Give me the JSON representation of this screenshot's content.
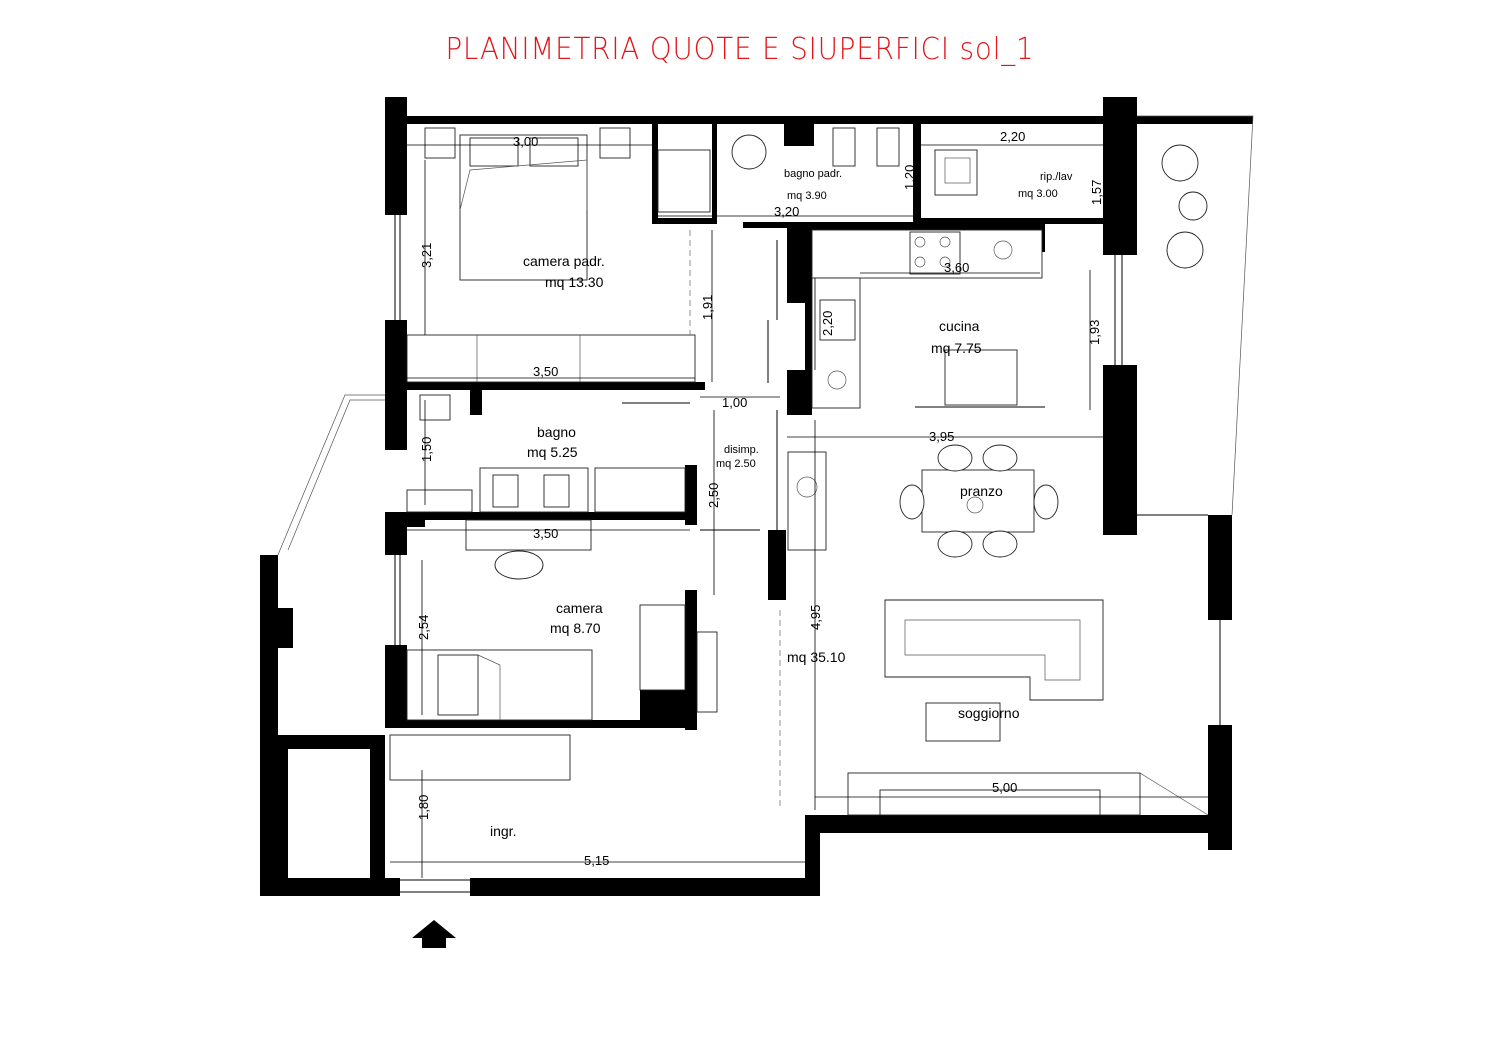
{
  "title": "PLANIMETRIA QUOTE E SIUPERFICI sol_1",
  "rooms": {
    "camera_padr": {
      "name": "camera padr.",
      "area": "mq 13.30"
    },
    "bagno_padr": {
      "name": "bagno padr.",
      "area": "mq 3.90"
    },
    "rip_lav": {
      "name": "rip./lav",
      "area": "mq 3.00"
    },
    "cucina": {
      "name": "cucina",
      "area": "mq 7.75"
    },
    "bagno": {
      "name": "bagno",
      "area": "mq 5.25"
    },
    "disimp": {
      "name": "disimp.",
      "area": "mq 2.50"
    },
    "pranzo": {
      "name": "pranzo"
    },
    "camera": {
      "name": "camera",
      "area": "mq 8.70"
    },
    "soggiorno": {
      "name": "soggiorno",
      "area": "mq 35.10"
    },
    "ingr": {
      "name": "ingr."
    }
  },
  "dimensions": {
    "d_300": "3,00",
    "d_220_top": "2,20",
    "d_157": "1,57",
    "d_120": "1,20",
    "d_320": "3,20",
    "d_321": "3,21",
    "d_360": "3,60",
    "d_191": "1,91",
    "d_220_v": "2,20",
    "d_193": "1,93",
    "d_350_a": "3,50",
    "d_100": "1,00",
    "d_150": "1,50",
    "d_395": "3,95",
    "d_250": "2,50",
    "d_350_b": "3,50",
    "d_254": "2,54",
    "d_495": "4,95",
    "d_500": "5,00",
    "d_180": "1,80",
    "d_515": "5,15"
  },
  "colors": {
    "title": "#e3151a",
    "walls": "#000000"
  },
  "icons": {
    "entrance": "entrance-arrow-icon"
  }
}
